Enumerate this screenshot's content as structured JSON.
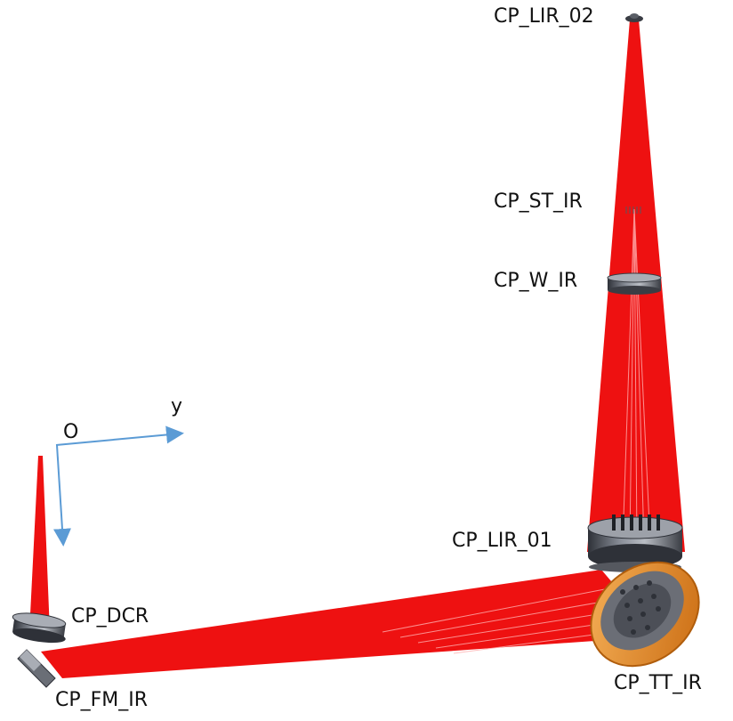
{
  "colors": {
    "beam": "#ee1111",
    "axis": "#5b9bd5",
    "optic_gray": "#5a5e66",
    "turntable": "#e08a22"
  },
  "axes": {
    "origin_label": "O",
    "y_label": "y"
  },
  "labels": {
    "lir_02": "CP_LIR_02",
    "st_ir": "CP_ST_IR",
    "w_ir": "CP_W_IR",
    "lir_01": "CP_LIR_01",
    "dcr": "CP_DCR",
    "fm_ir": "CP_FM_IR",
    "tt_ir": "CP_TT_IR"
  }
}
